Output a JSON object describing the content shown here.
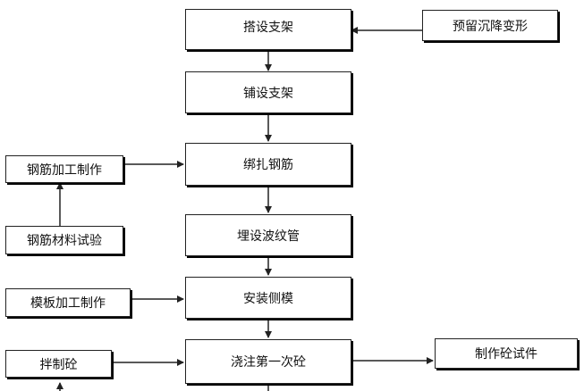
{
  "colors": {
    "line": "#222222",
    "shadow": "#000000",
    "background": "#ffffff"
  },
  "nodes": {
    "erect_support": "搭设支架",
    "reserve_settlement": "预留沉降变形",
    "lay_support": "铺设支架",
    "rebar_processing": "钢筋加工制作",
    "tie_rebar": "绑扎钢筋",
    "rebar_material_test": "钢筋材料试验",
    "embed_bellows": "埋设波纹管",
    "formwork_processing": "模板加工制作",
    "install_side_formwork": "安装侧模",
    "mix_concrete": "拌制砼",
    "first_pour": "浇注第一次砼",
    "make_specimens": "制作砼试件"
  }
}
